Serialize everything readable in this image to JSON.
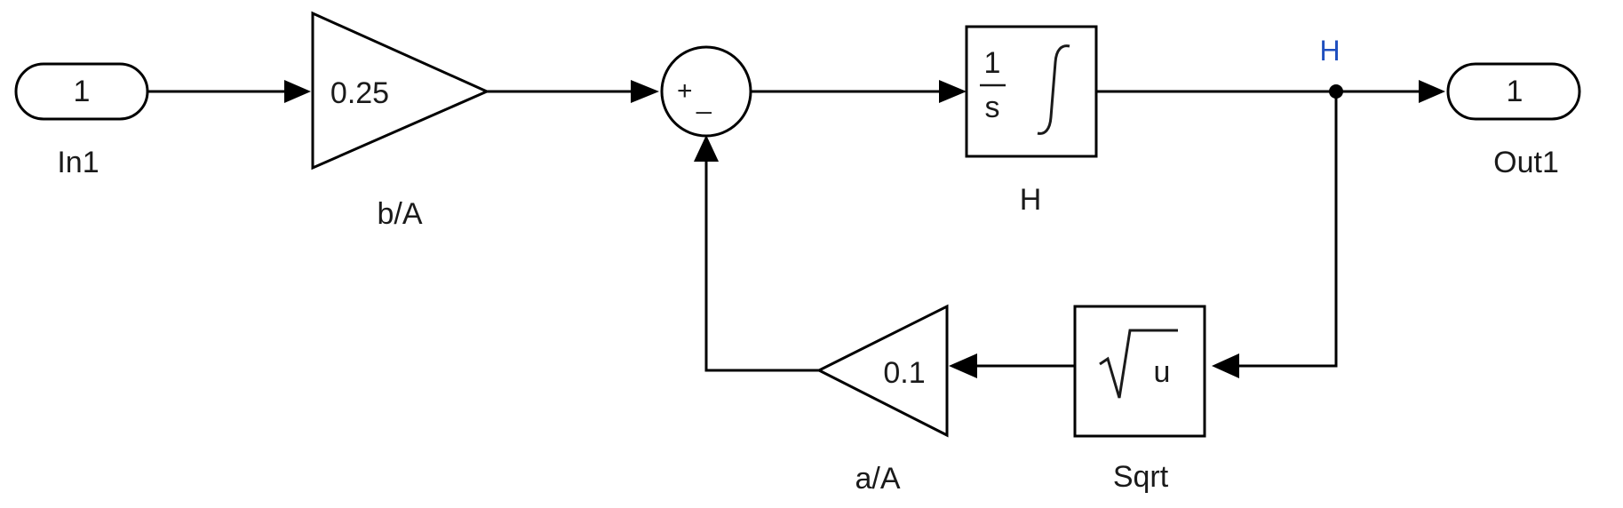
{
  "blocks": {
    "in1": {
      "port_number": "1",
      "label": "In1"
    },
    "gain_ba": {
      "value": "0.25",
      "label": "b/A"
    },
    "sum": {
      "sign_plus": "+",
      "sign_minus": "_"
    },
    "integrator": {
      "numerator": "1",
      "denominator": "s",
      "label": "H"
    },
    "out1": {
      "port_number": "1",
      "label": "Out1"
    },
    "sqrt": {
      "expr": "u",
      "label": "Sqrt"
    },
    "gain_aa": {
      "value": "0.1",
      "label": "a/A"
    }
  },
  "signals": {
    "h_label": "H"
  },
  "colors": {
    "signal_label": "#1f4fbf",
    "stroke": "#000000"
  }
}
